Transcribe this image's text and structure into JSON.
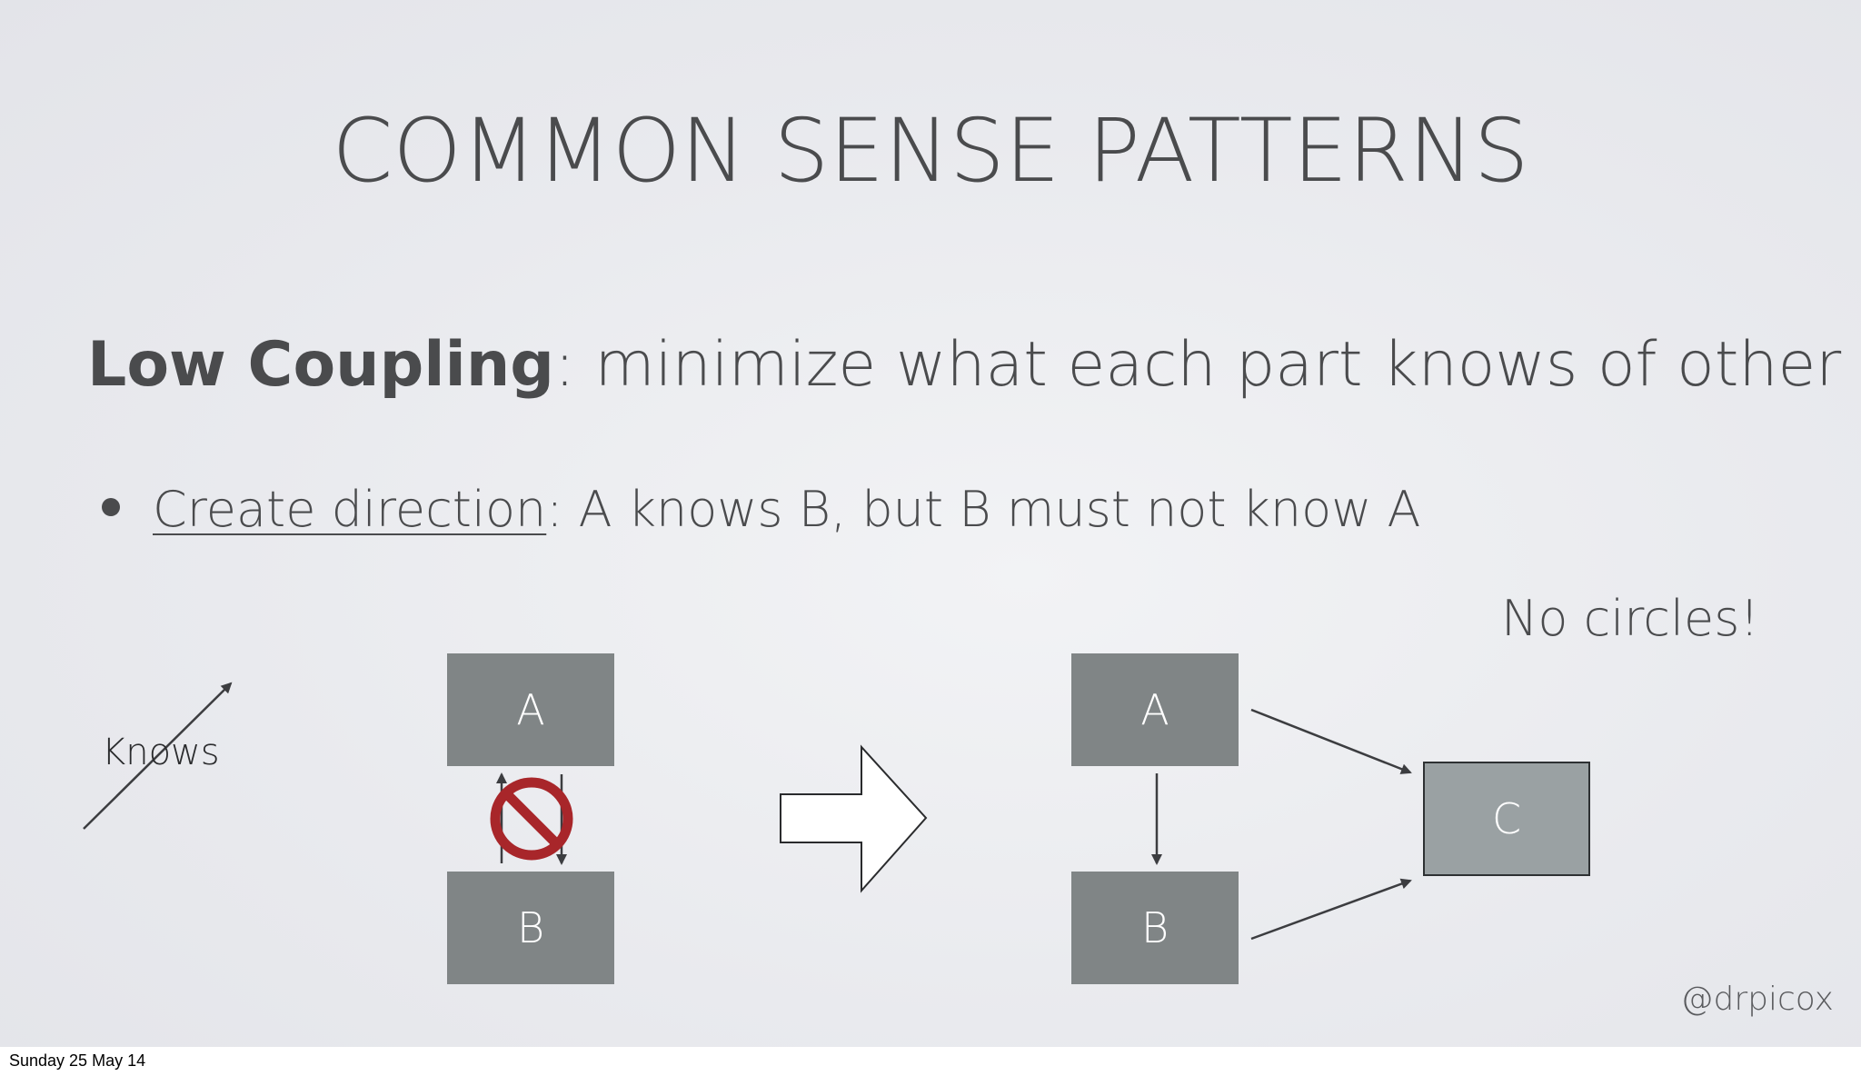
{
  "slide": {
    "title": "COMMON SENSE PATTERNS",
    "heading_strong": "Low Coupling",
    "heading_rest": ": minimize what each part knows of other",
    "bullet_underlined": "Create direction",
    "bullet_rest": ": A knows B, but B must not know A",
    "no_circles": "No circles!",
    "legend_label": "Knows",
    "handle": "@drpicox"
  },
  "diagram": {
    "left": {
      "box_a": "A",
      "box_b": "B",
      "forbidden_icon": "prohibited-icon"
    },
    "transition_icon": "right-arrow-outline-icon",
    "right": {
      "box_a": "A",
      "box_b": "B",
      "box_c": "C"
    }
  },
  "colors": {
    "box_fill": "#808586",
    "box_c_fill": "#9aa1a3",
    "text": "#4a4b4d",
    "prohibited_red": "#a8262a"
  },
  "footer": {
    "date": "Sunday 25 May 14"
  }
}
